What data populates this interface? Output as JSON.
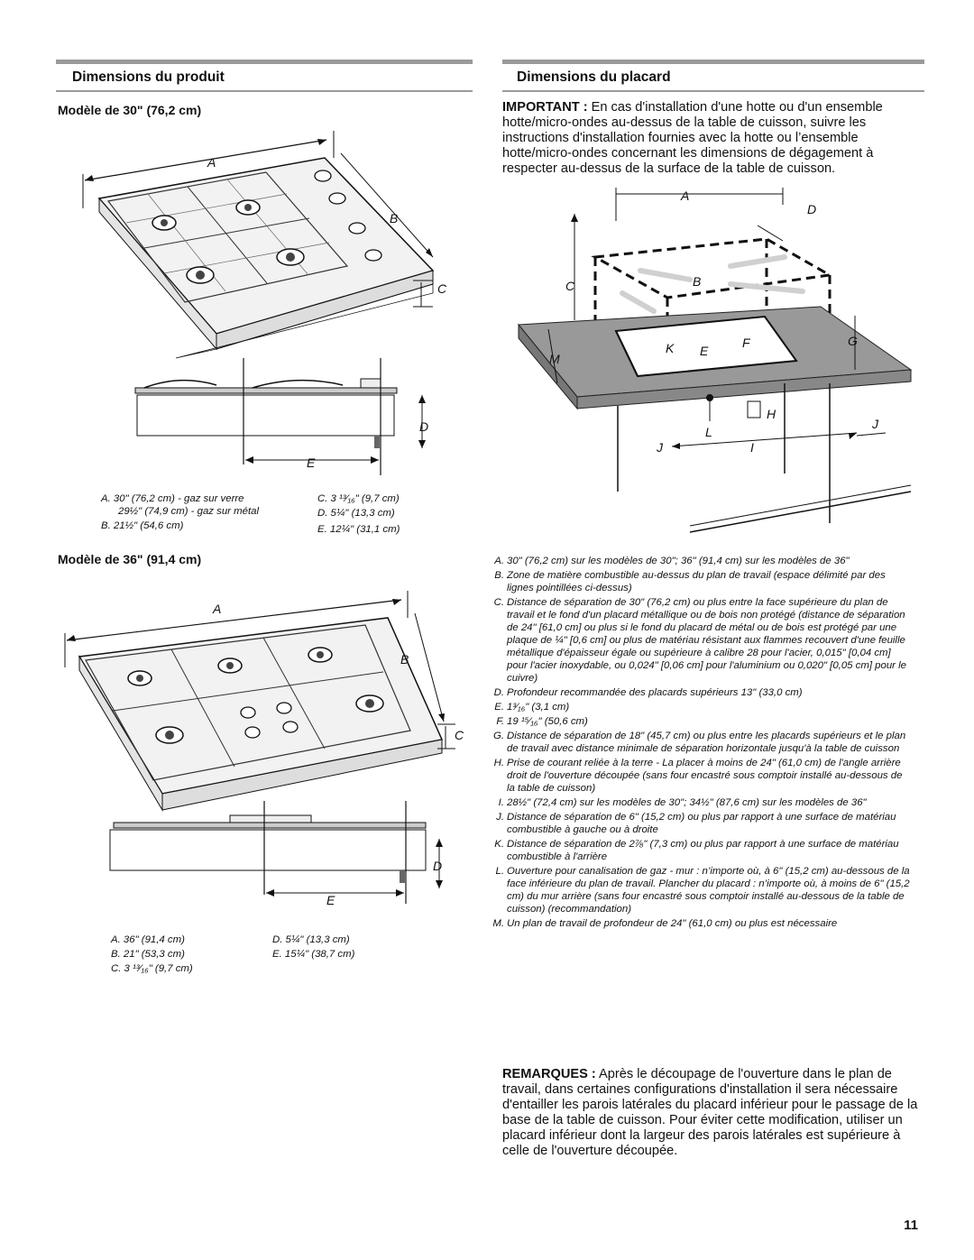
{
  "left_section": {
    "title": "Dimensions du produit",
    "model30": {
      "title": "Modèle de 30\" (76,2 cm)",
      "letters": {
        "a": "A",
        "b": "B",
        "c": "C",
        "d": "D",
        "e": "E"
      },
      "legend_left": [
        "A. 30\" (76,2 cm) - gaz sur verre",
        "29½\" (74,9 cm) - gaz sur métal",
        "B. 21½\" (54,6 cm)"
      ],
      "legend_right": [
        "C. 3 ¹³⁄₁₆\" (9,7 cm)",
        "D. 5¼\" (13,3 cm)",
        "E. 12¼\" (31,1 cm)"
      ]
    },
    "model36": {
      "title": "Modèle de 36\" (91,4 cm)",
      "letters": {
        "a": "A",
        "b": "B",
        "c": "C",
        "d": "D",
        "e": "E"
      },
      "legend_left": [
        "A. 36\" (91,4 cm)",
        "B. 21\" (53,3 cm)",
        "C. 3 ¹³⁄₁₆\" (9,7 cm)"
      ],
      "legend_right": [
        "D. 5¼\" (13,3 cm)",
        "E. 15¼\" (38,7 cm)"
      ]
    }
  },
  "right_section": {
    "title": "Dimensions du placard",
    "important_label": "IMPORTANT :",
    "important_text": "En cas d'installation d'une hotte ou d'un ensemble hotte/micro-ondes au-dessus de la table de cuisson, suivre les instructions d'installation fournies avec la hotte ou l’ensemble hotte/micro-ondes concernant les dimensions de dégagement à respecter au-dessus de la surface de la table de cuisson.",
    "diagram_letters": {
      "a": "A",
      "b": "B",
      "c": "C",
      "d": "D",
      "e": "E",
      "f": "F",
      "g": "G",
      "h": "H",
      "i": "I",
      "j_left": "J",
      "j_right": "J",
      "k": "K",
      "l": "L",
      "m": "M"
    },
    "notes": [
      {
        "key": "A.",
        "text": "30\" (76,2 cm) sur les modèles de 30\"; 36\" (91,4 cm) sur les modèles de 36\""
      },
      {
        "key": "B.",
        "text": "Zone de matière combustible au-dessus du plan de travail (espace délimité par des lignes pointillées ci-dessus)"
      },
      {
        "key": "C.",
        "text": "Distance de séparation de 30\" (76,2 cm) ou plus entre la face supérieure du plan de travail et le fond d'un placard métallique ou de bois non protégé (distance de séparation de 24\" [61,0 cm] ou plus si le fond du placard de métal ou de bois est protégé par une plaque de ¼\" [0,6 cm] ou plus de matériau résistant aux flammes recouvert d'une feuille métallique d'épaisseur égale ou supérieure à calibre 28 pour l'acier, 0,015\" [0,04 cm] pour l'acier inoxydable, ou 0,024\" [0,06 cm] pour l'aluminium ou 0,020\" [0,05 cm] pour le cuivre)"
      },
      {
        "key": "D.",
        "text": "Profondeur recommandée des placards supérieurs 13\" (33,0 cm)"
      },
      {
        "key": "E.",
        "text": "1³⁄₁₆\" (3,1 cm)"
      },
      {
        "key": "F.",
        "text": "19 ¹⁵⁄₁₆\" (50,6 cm)"
      },
      {
        "key": "G.",
        "text": "Distance de séparation de 18\" (45,7 cm) ou plus entre les placards supérieurs et le plan de travail avec distance minimale de séparation horizontale jusqu'à la table de cuisson"
      },
      {
        "key": "H.",
        "text": "Prise de courant reliée à la terre - La placer à moins de 24\" (61,0 cm) de l'angle arrière droit de l'ouverture découpée (sans four encastré sous comptoir installé au-dessous de la table de cuisson)"
      },
      {
        "key": "I.",
        "text": "28½\" (72,4 cm) sur les modèles de 30\"; 34½\" (87,6 cm) sur les modèles de 36\""
      },
      {
        "key": "J.",
        "text": "Distance de séparation de 6\" (15,2 cm) ou plus par rapport à une surface de matériau combustible à gauche ou à droite"
      },
      {
        "key": "K.",
        "text": "Distance de séparation de 2⅞\" (7,3 cm) ou plus par rapport à une surface de matériau combustible à l'arrière"
      },
      {
        "key": "L.",
        "text": "Ouverture pour canalisation de gaz - mur : n’importe où, à 6\" (15,2 cm) au-dessous de la face inférieure du plan de travail. Plancher du placard : n’importe où, à moins de 6\" (15,2 cm) du mur arrière (sans four encastré sous comptoir installé au-dessous de la table de cuisson) (recommandation)"
      },
      {
        "key": "M.",
        "text": "Un plan de travail de profondeur de 24\" (61,0 cm) ou plus est nécessaire"
      }
    ],
    "remarks_label": "REMARQUES :",
    "remarks_text": "Après le découpage de l'ouverture dans le plan de travail, dans certaines configurations d'installation il sera nécessaire d'entailler les parois latérales du placard inférieur pour le passage de la base de la table de cuisson. Pour éviter cette modification, utiliser un placard inférieur dont la largeur des parois latérales est supérieure à celle de l'ouverture découpée."
  },
  "page_number": "11"
}
